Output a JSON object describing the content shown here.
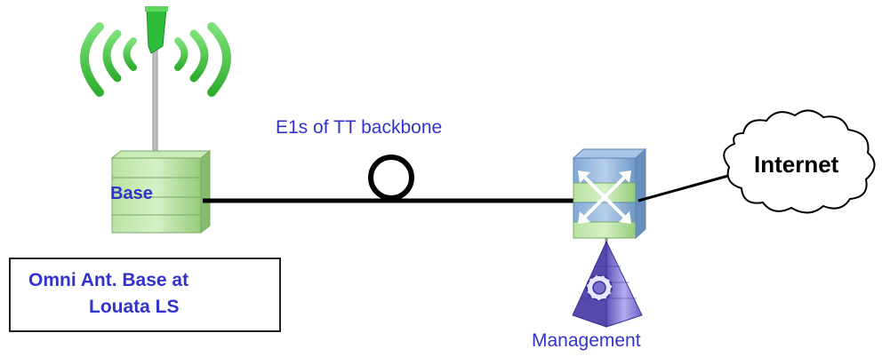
{
  "diagram": {
    "backbone_label": "E1s of TT backbone",
    "base_label": "Base",
    "internet_label": "Internet",
    "management_label": "Management",
    "info_box": {
      "line1": "Omni Ant. Base at",
      "line2": "Louata LS"
    }
  },
  "colors": {
    "label_blue": "#3333cc",
    "link_line": "#000000",
    "antenna_green": "#33cc33",
    "stack_green": "#a6d98a",
    "switch_blue": "#8fb4d9",
    "pyramid_purple": "#7a6fcf"
  },
  "icons": [
    "antenna-icon",
    "base-station-icon",
    "fiber-loop-icon",
    "switch-icon",
    "cloud-icon",
    "management-pyramid-icon"
  ]
}
